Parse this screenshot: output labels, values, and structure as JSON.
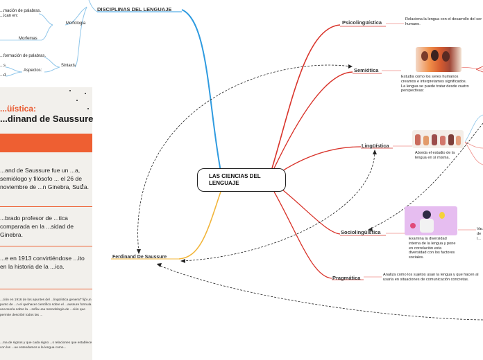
{
  "center": {
    "title": "LAS CIENCIAS DEL LENGUAJE"
  },
  "left_branches": {
    "disciplinas": "DISCIPLINAS DEL LENGUAJE",
    "morfologia": "Morfología",
    "morfemas": "Morfemas",
    "sintaxis": "Sintaxis",
    "aspectos": "Aspectos:",
    "formacion_palabras_top": "...mación de palabras.",
    "fican_en": "...ican en:",
    "formacion_palabras_mid": "...formación de palabras.",
    "s_label": "...s",
    "d_label": "...d",
    "saussure": "Ferdinand De Saussure"
  },
  "right_branches": {
    "psicolinguistica": {
      "label": "Psicolingüística",
      "desc": "Relaciona la lengua con el desarrollo del ser humano."
    },
    "semiotica": {
      "label": "Semiótica",
      "desc": "Estudia como los seres humanos creamos e interpretamos significados. La lengua se puede tratar desde cuatro perspectivas:"
    },
    "linguistica": {
      "label": "Lingüística",
      "desc": "Aborda el estudio de la lengua en sí misma."
    },
    "sociolinguistica": {
      "label": "Sociolingüística",
      "desc": "Examina la diversidad interna de la lengua y pone en correlación esta diversidad con los factores sociales.",
      "side": "Var... de l..."
    },
    "pragmatica": {
      "label": "Pragmática",
      "desc": "Analiza como los sujetos usan la lengua y que hacen al usarla en situaciones de comunicación concretas."
    }
  },
  "poster": {
    "subtitle": "...üística:",
    "name": "...dinand de Saussure",
    "p1": "...and de Saussure fue un ...a, semiólogo y filósofo ... el 26 de noviembre de ...n Ginebra, Suiza.",
    "p2": "...brado profesor de ...tica comparada en la ...sidad de Ginebra.",
    "p3": "...e en 1913 convirtiéndose ...ito en la historia de la ...ica.",
    "p4": "...ción en 1916 de los apuntes del ...lingüística general\" fijó un punto de ...n el quehacer científico sobre el ...aussure formula una teoría sobre la ...sofía una metodología de ...ción que permite describir todos las ...",
    "p5": "...ma de signos y que cada signo ...s relaciones que establece con los ...ue entendamos a la lengua como..."
  },
  "colors": {
    "red_branch": "#d9342b",
    "blue_branch": "#2f9be0",
    "yellow_branch": "#f2b53a",
    "poster_accent": "#ee5f32",
    "poster_bg": "#f2f0ec"
  }
}
